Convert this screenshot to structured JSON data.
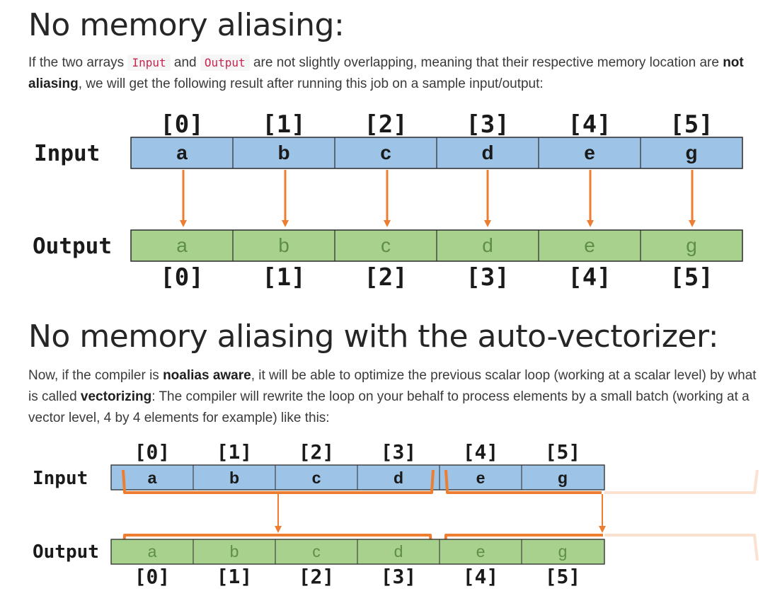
{
  "section1": {
    "heading": "No memory aliasing:",
    "para": {
      "t1": "If the two arrays ",
      "code1": "Input",
      "t2": " and ",
      "code2": "Output",
      "t3": " are not slightly overlapping, meaning that their respective memory location are ",
      "bold1": "not aliasing",
      "t4": ", we will get the following result after running this job on a sample input/output:"
    },
    "diagram": {
      "input_label": "Input",
      "output_label": "Output",
      "indices": [
        "[0]",
        "[1]",
        "[2]",
        "[3]",
        "[4]",
        "[5]"
      ],
      "input_cells": [
        "a",
        "b",
        "c",
        "d",
        "e",
        "g"
      ],
      "output_cells": [
        "a",
        "b",
        "c",
        "d",
        "e",
        "g"
      ]
    }
  },
  "section2": {
    "heading": "No memory aliasing with the auto-vectorizer:",
    "para": {
      "t1": "Now, if the compiler is ",
      "bold1": "noalias aware",
      "t2": ", it will be able to optimize the previous scalar loop (working at a scalar level) by what is called ",
      "bold2": "vectorizing",
      "t3": ": The compiler will rewrite the loop on your behalf to process elements by a small batch (working at a vector level, 4 by 4 elements for example) like this:"
    },
    "diagram": {
      "input_label": "Input",
      "output_label": "Output",
      "indices": [
        "[0]",
        "[1]",
        "[2]",
        "[3]",
        "[4]",
        "[5]"
      ],
      "input_cells": [
        "a",
        "b",
        "c",
        "d",
        "e",
        "g"
      ],
      "output_cells": [
        "a",
        "b",
        "c",
        "d",
        "e",
        "g"
      ]
    }
  },
  "colors": {
    "input_fill": "#9dc3e6",
    "output_fill": "#a9d18e",
    "arrow": "#ed7d31",
    "output_text": "#5e8f46",
    "inline_code": "#c7254e"
  }
}
